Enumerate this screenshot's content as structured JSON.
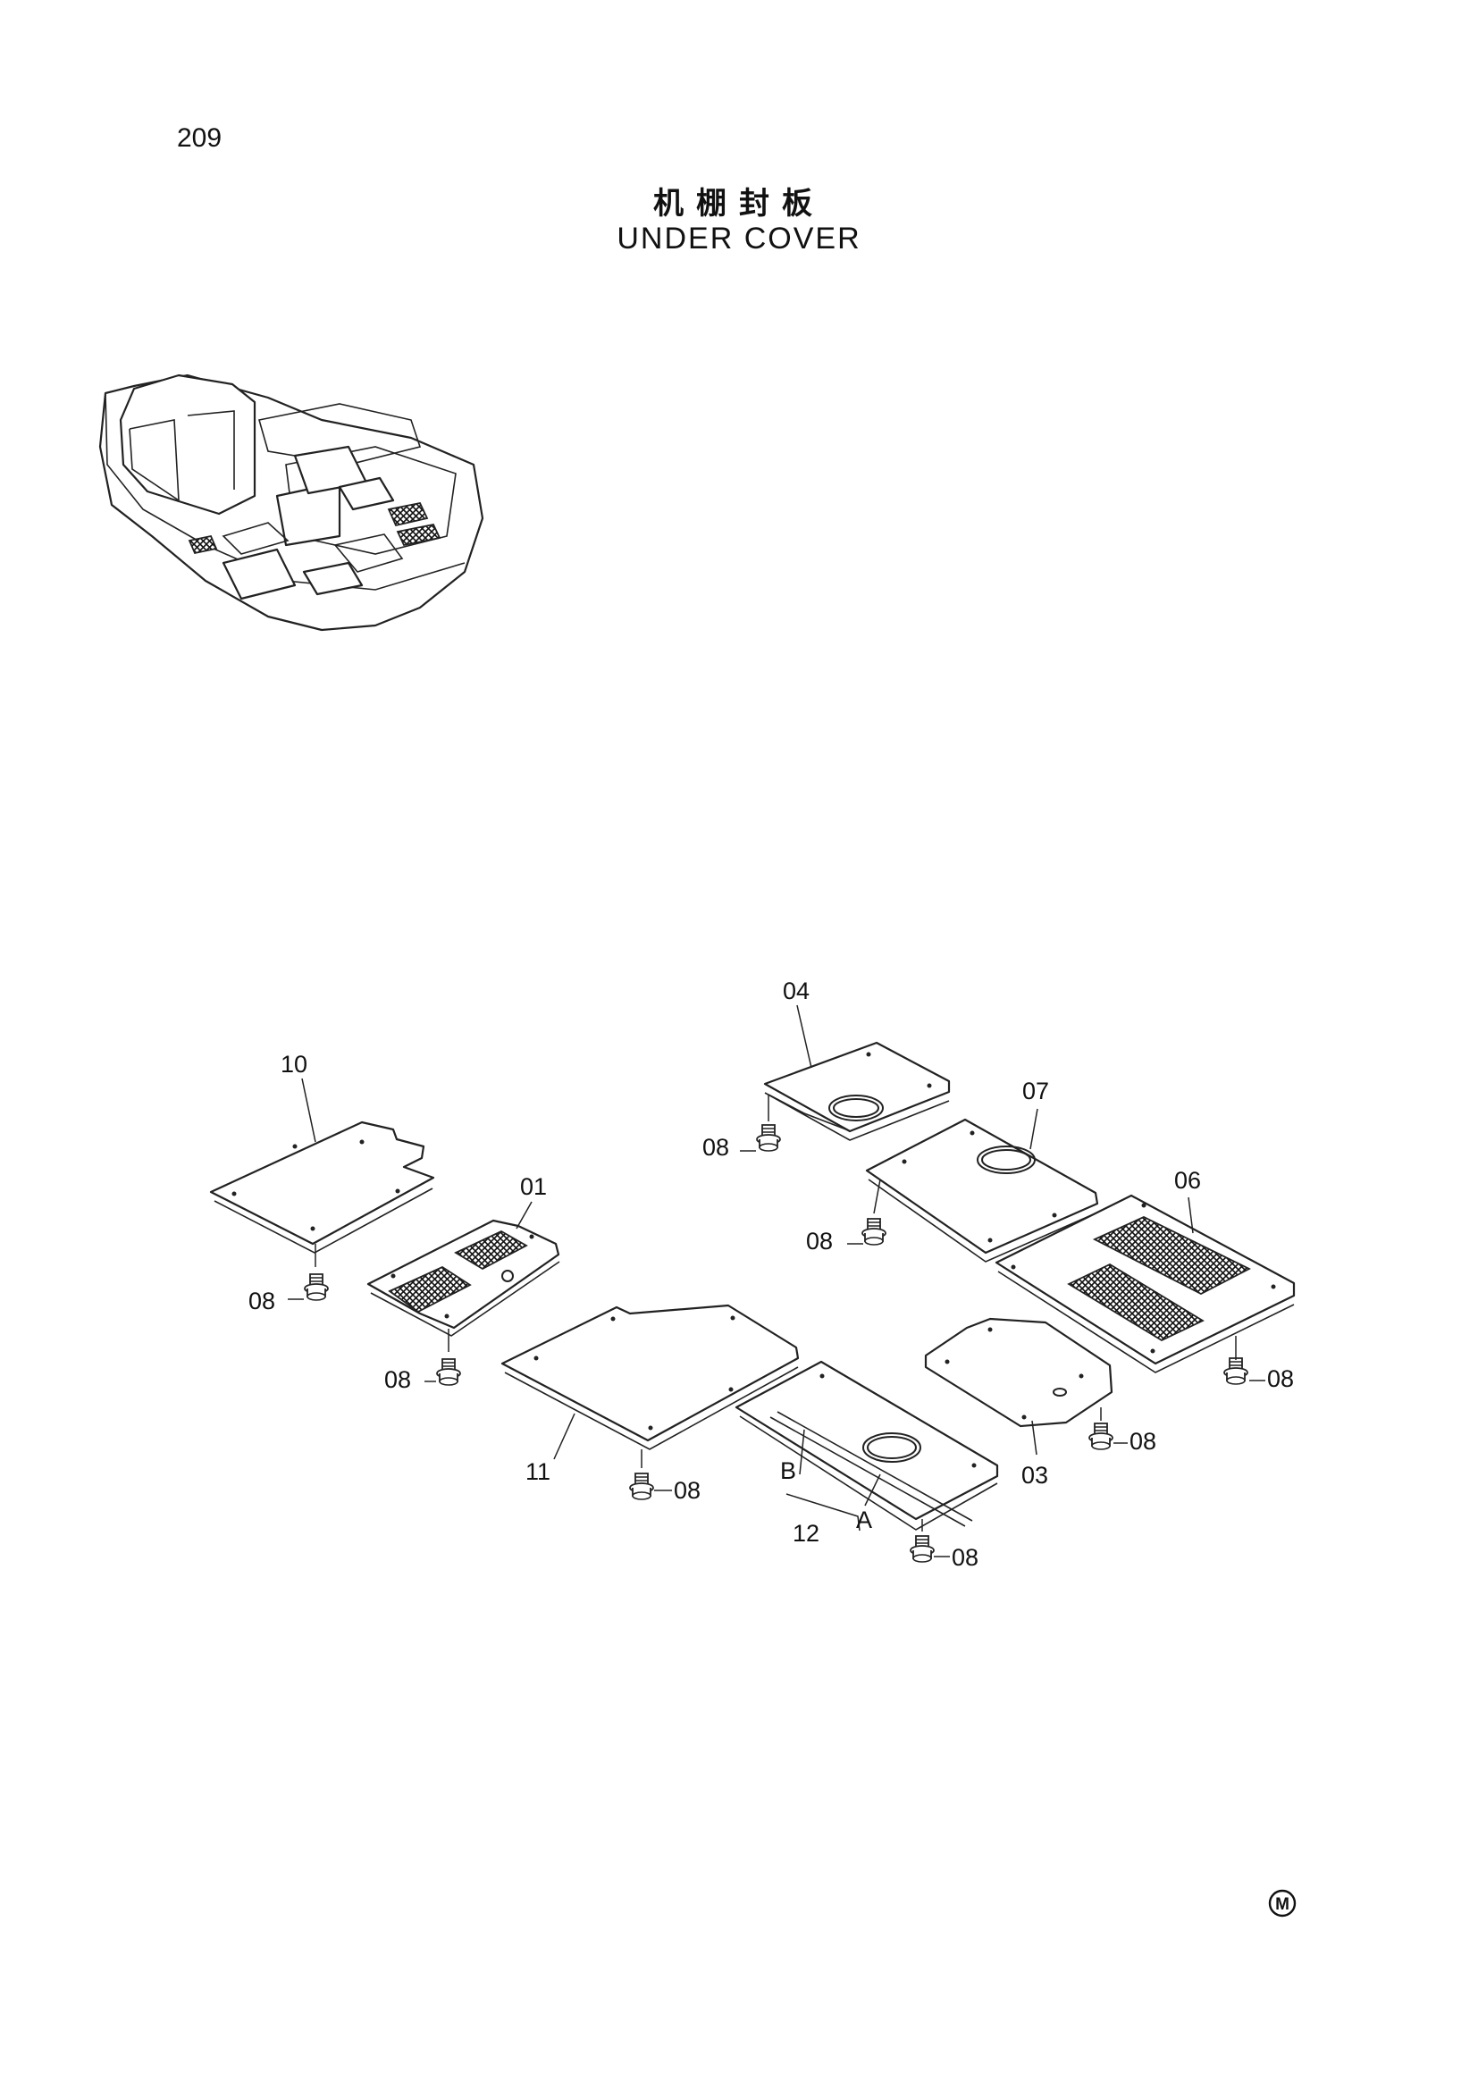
{
  "page": {
    "number": "209",
    "title_cn": "机棚封板",
    "title_en": "UNDER COVER",
    "logo_letter": "M"
  },
  "callouts": {
    "p01": "01",
    "p03": "03",
    "p04": "04",
    "p06": "06",
    "p07": "07",
    "p08": "08",
    "p10": "10",
    "p11": "11",
    "p12": "12",
    "mark_a": "A",
    "mark_b": "B"
  }
}
